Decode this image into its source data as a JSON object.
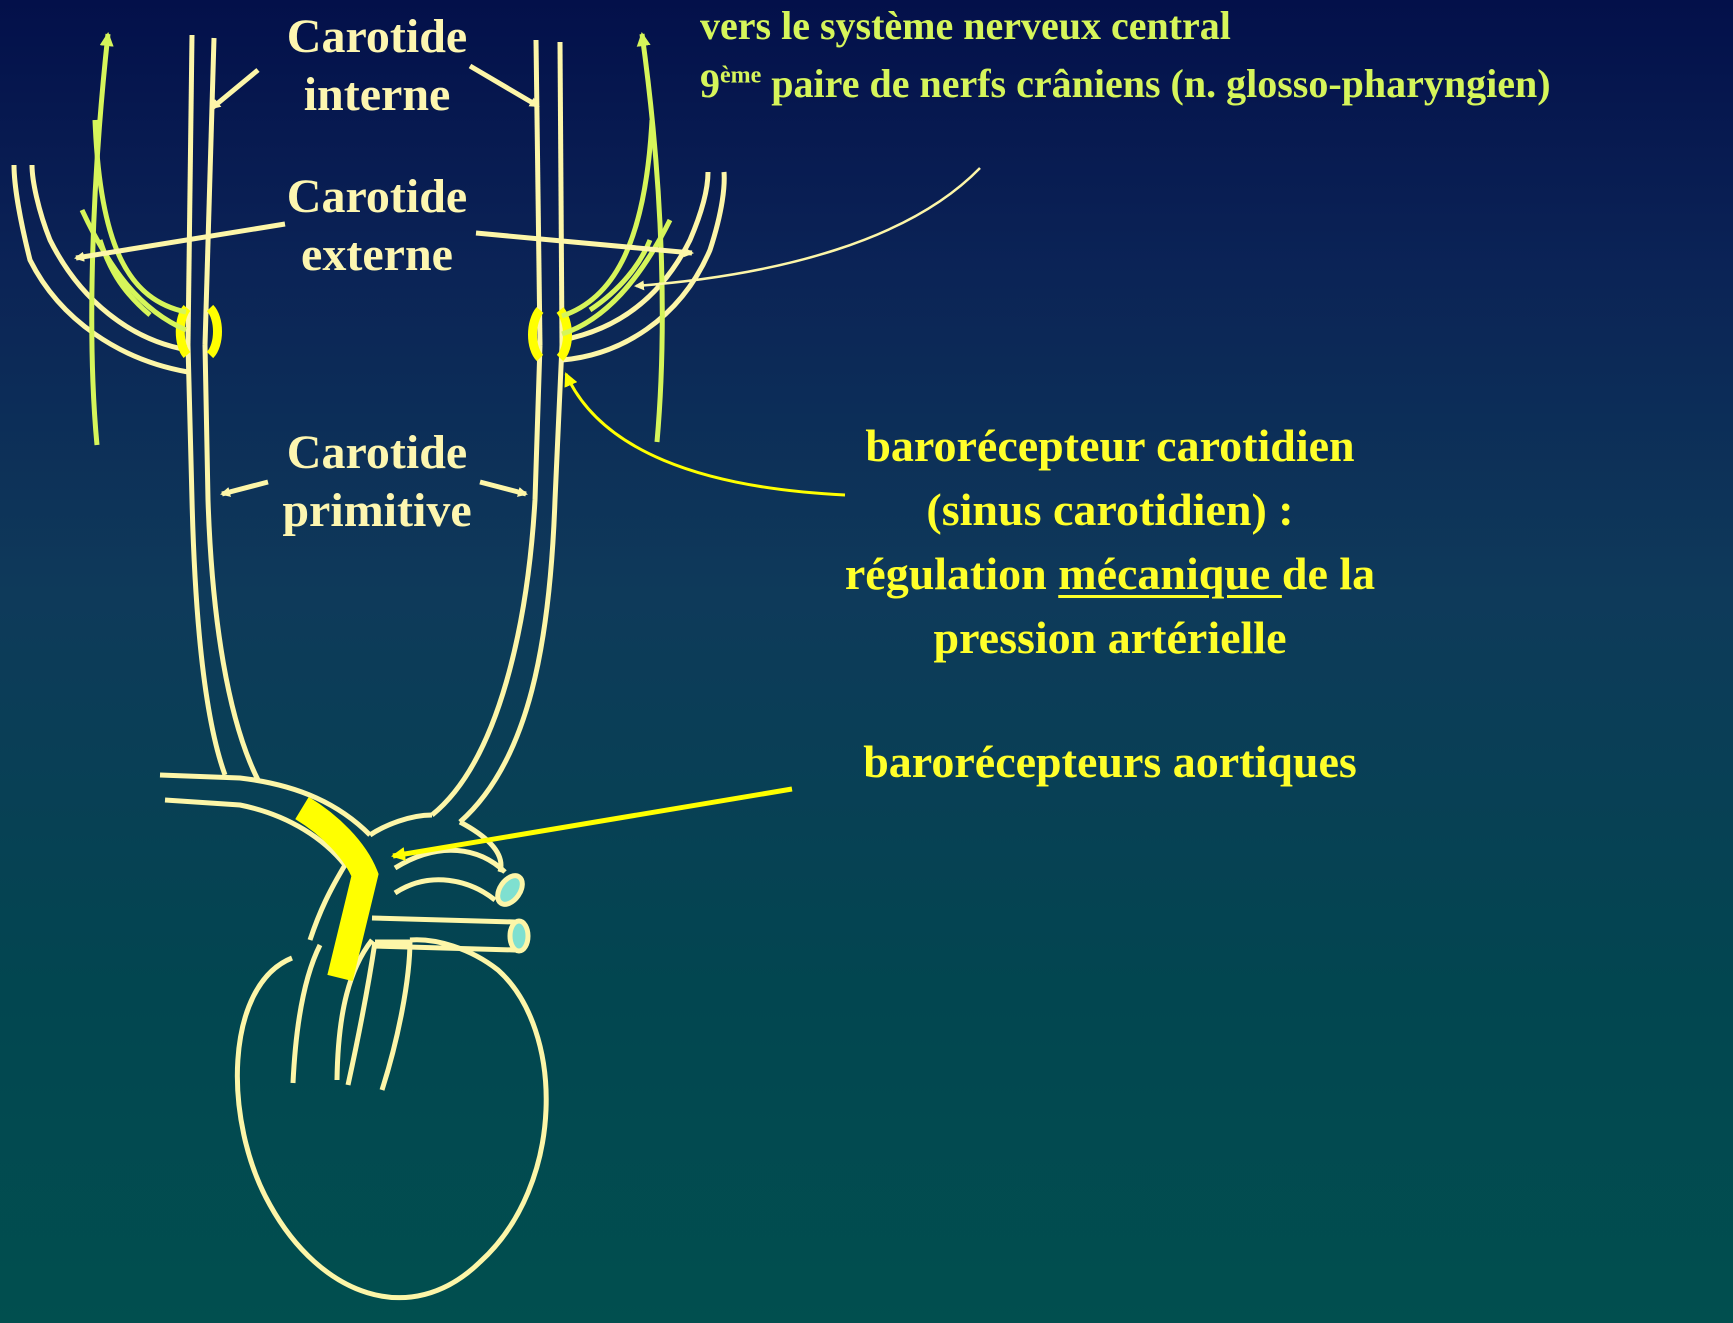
{
  "labels": {
    "carotide_interne": [
      "Carotide",
      "interne"
    ],
    "carotide_externe": [
      "Carotide",
      "externe"
    ],
    "carotide_primitive": [
      "Carotide",
      "primitive"
    ]
  },
  "nerve": {
    "line1": "vers le système nerveux central",
    "line2_num": "9",
    "line2_sup": "ème",
    "line2_rest": " paire de nerfs crâniens (n. glosso-pharyngien)"
  },
  "carotid_sinus": {
    "line1": "barorécepteur carotidien",
    "line2": "(sinus carotidien) :",
    "line3_pre": "régulation ",
    "line3_underlined": "mécanique ",
    "line3_post": "de la",
    "line4": "pression artérielle"
  },
  "aortic": "barorécepteurs aortiques",
  "colors": {
    "vessel": "#fdf6a8",
    "receptor": "#ffff00",
    "nerve": "#d6f55a",
    "lumen": "#7fe0d0"
  }
}
